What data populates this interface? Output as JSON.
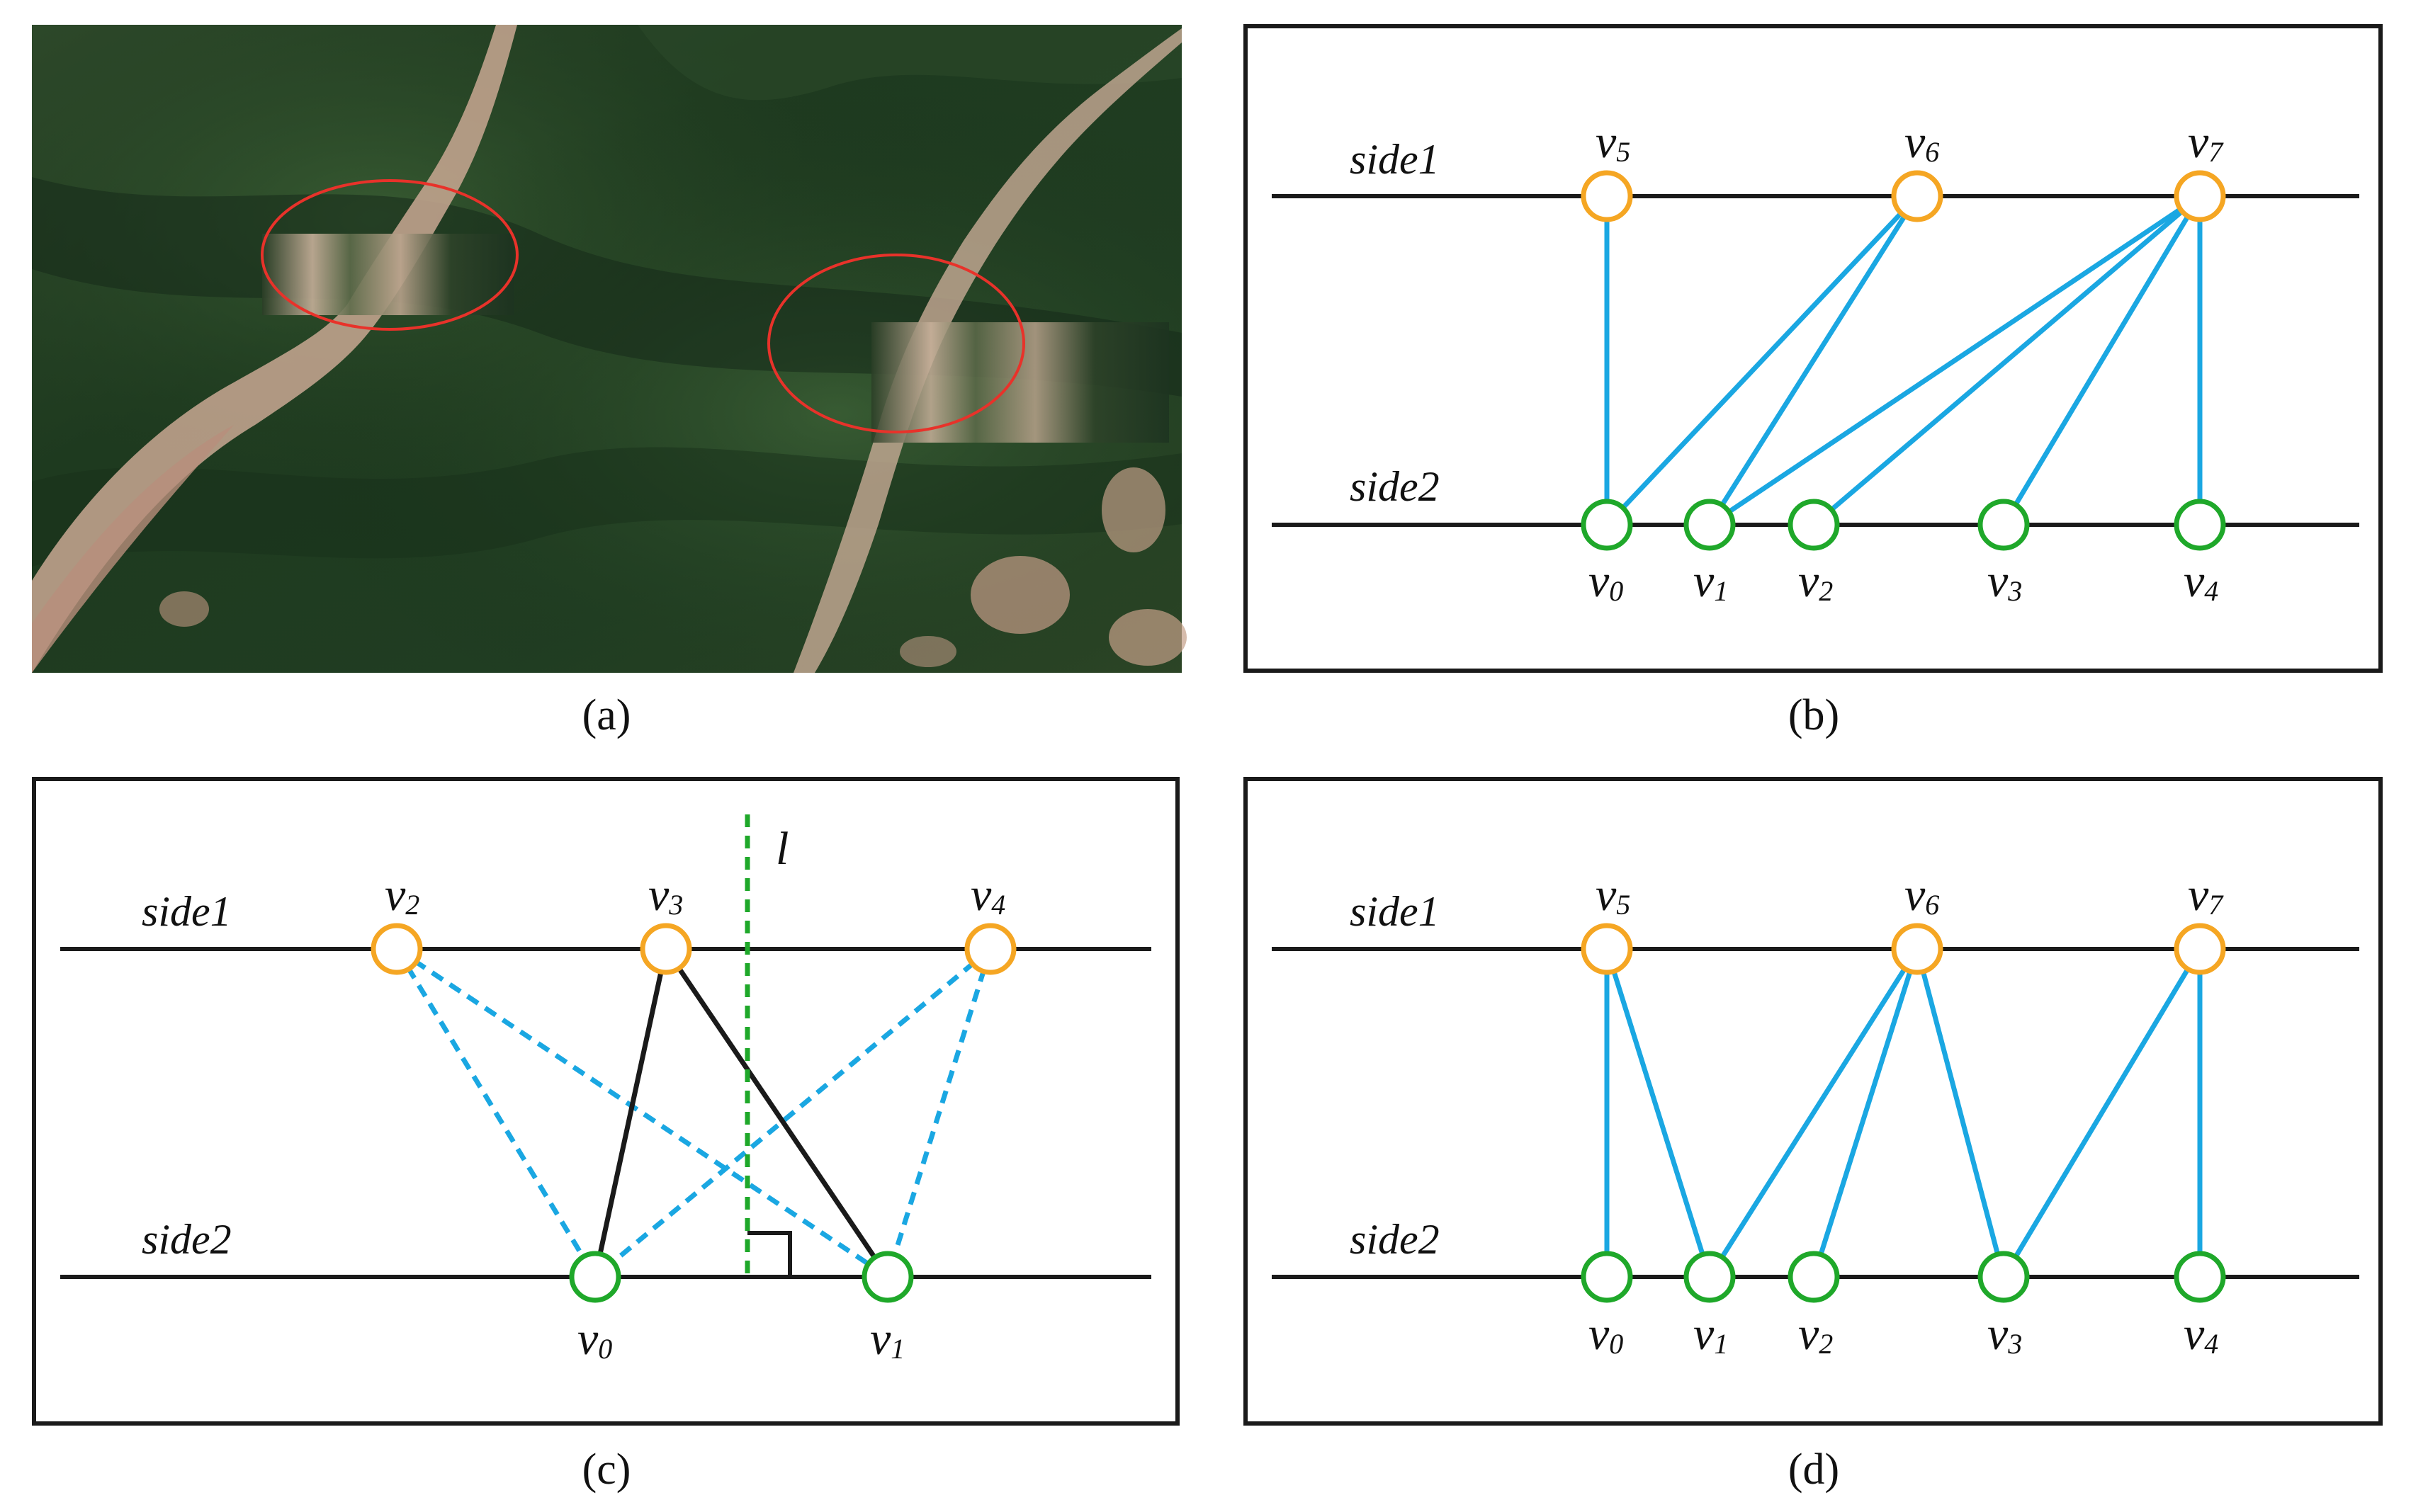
{
  "colors": {
    "frame": "#1a1a1a",
    "side_line": "#1a1a1a",
    "edge_blue": "#1aa7e2",
    "dashed_blue": "#1aa7e2",
    "node_orange": "#f5a623",
    "node_green": "#1fa82a",
    "dashed_green": "#1fa82a",
    "ellipse_red": "#e8322a"
  },
  "panels": {
    "a": {
      "caption": "(a)"
    },
    "b": {
      "caption": "(b)",
      "side1_label": "side1",
      "side2_label": "side2",
      "top_nodes": [
        {
          "v": "v",
          "sub": "5"
        },
        {
          "v": "v",
          "sub": "6"
        },
        {
          "v": "v",
          "sub": "7"
        }
      ],
      "bottom_nodes": [
        {
          "v": "v",
          "sub": "0"
        },
        {
          "v": "v",
          "sub": "1"
        },
        {
          "v": "v",
          "sub": "2"
        },
        {
          "v": "v",
          "sub": "3"
        },
        {
          "v": "v",
          "sub": "4"
        }
      ],
      "edges": [
        [
          "v5",
          "v0"
        ],
        [
          "v6",
          "v0"
        ],
        [
          "v6",
          "v1"
        ],
        [
          "v7",
          "v1"
        ],
        [
          "v7",
          "v2"
        ],
        [
          "v7",
          "v3"
        ],
        [
          "v7",
          "v4"
        ]
      ]
    },
    "c": {
      "caption": "(c)",
      "side1_label": "side1",
      "side2_label": "side2",
      "line_label": "l",
      "top_nodes": [
        {
          "v": "v",
          "sub": "2"
        },
        {
          "v": "v",
          "sub": "3"
        },
        {
          "v": "v",
          "sub": "4"
        }
      ],
      "bottom_nodes": [
        {
          "v": "v",
          "sub": "0"
        },
        {
          "v": "v",
          "sub": "1"
        }
      ]
    },
    "d": {
      "caption": "(d)",
      "side1_label": "side1",
      "side2_label": "side2",
      "top_nodes": [
        {
          "v": "v",
          "sub": "5"
        },
        {
          "v": "v",
          "sub": "6"
        },
        {
          "v": "v",
          "sub": "7"
        }
      ],
      "bottom_nodes": [
        {
          "v": "v",
          "sub": "0"
        },
        {
          "v": "v",
          "sub": "1"
        },
        {
          "v": "v",
          "sub": "2"
        },
        {
          "v": "v",
          "sub": "3"
        },
        {
          "v": "v",
          "sub": "4"
        }
      ],
      "edges": [
        [
          "v5",
          "v0"
        ],
        [
          "v5",
          "v1"
        ],
        [
          "v6",
          "v1"
        ],
        [
          "v6",
          "v2"
        ],
        [
          "v6",
          "v3"
        ],
        [
          "v7",
          "v3"
        ],
        [
          "v7",
          "v4"
        ]
      ]
    }
  }
}
